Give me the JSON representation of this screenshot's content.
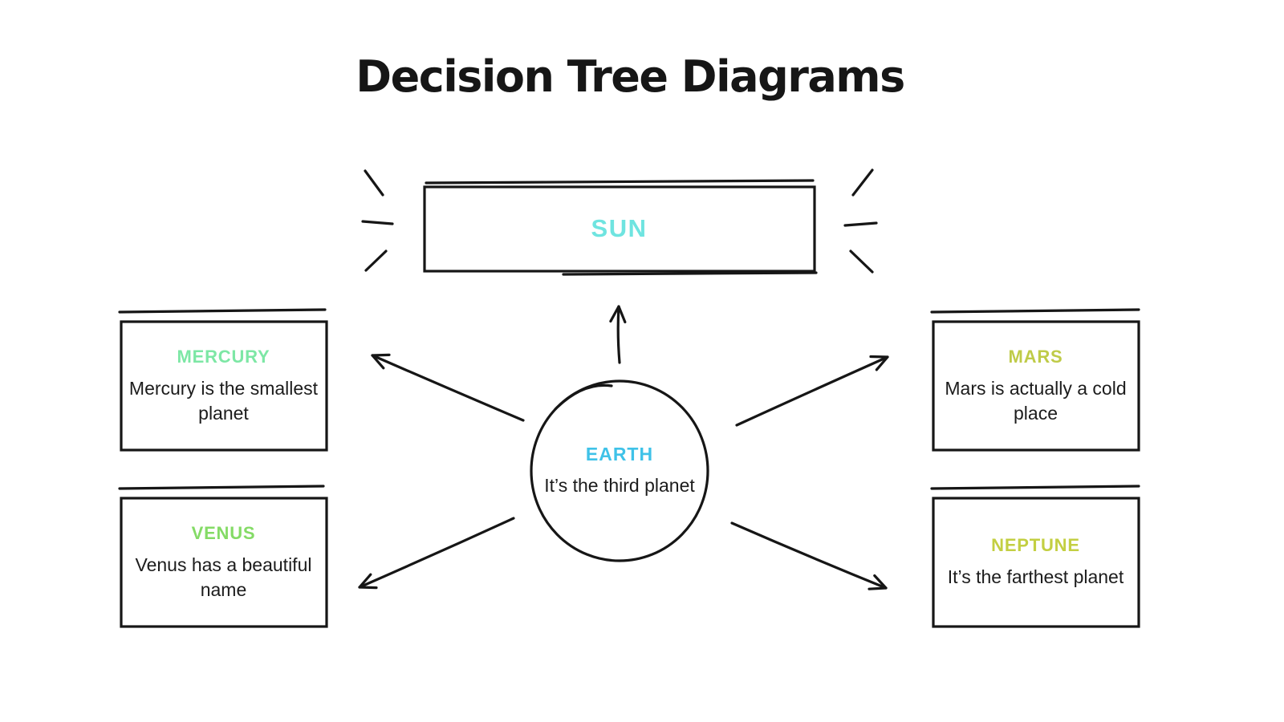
{
  "title": "Decision Tree Diagrams",
  "nodes": {
    "sun": {
      "label": "SUN",
      "color": "#6FE4E0"
    },
    "earth": {
      "label": "EARTH",
      "description": "It’s the third planet",
      "color": "#3FC2E8"
    },
    "mercury": {
      "label": "MERCURY",
      "description": "Mercury is the smallest planet",
      "color": "#7DE7A5"
    },
    "venus": {
      "label": "VENUS",
      "description": "Venus has a beautiful name",
      "color": "#84DB66"
    },
    "mars": {
      "label": "MARS",
      "description": "Mars is actually a cold place",
      "color": "#BFCB48"
    },
    "neptune": {
      "label": "NEPTUNE",
      "description": "It’s the farthest planet",
      "color": "#C3CF42"
    }
  },
  "edges": [
    {
      "from": "earth",
      "to": "sun"
    },
    {
      "from": "earth",
      "to": "mercury"
    },
    {
      "from": "earth",
      "to": "venus"
    },
    {
      "from": "earth",
      "to": "mars"
    },
    {
      "from": "earth",
      "to": "neptune"
    }
  ],
  "ink_color": "#161616"
}
